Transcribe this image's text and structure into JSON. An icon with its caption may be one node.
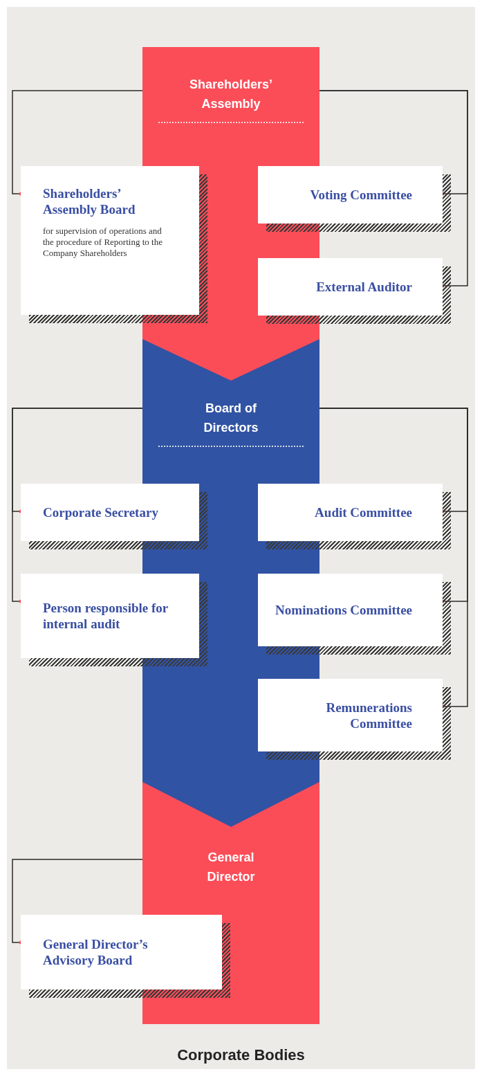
{
  "diagram": {
    "caption": "Corporate Bodies",
    "nodes": [
      {
        "text": [
          "Shareholders’ Assembly"
        ]
      },
      {
        "text": [
          "Shareholders’ Assembly Board",
          "for supervision of operations and the procedure of Reporting to the Company Shareholders"
        ]
      },
      {
        "text": [
          "Voting Committee"
        ]
      },
      {
        "text": [
          "External Auditor"
        ]
      },
      {
        "text": [
          "Board of Directors"
        ]
      },
      {
        "text": [
          "Corporate Secretary"
        ]
      },
      {
        "text": [
          "Audit Committee"
        ]
      },
      {
        "text": [
          "Person responsible for internal audit"
        ]
      },
      {
        "text": [
          "Nominations Committee"
        ]
      },
      {
        "text": [
          "Remunerations Committee"
        ]
      },
      {
        "text": [
          "General Director"
        ]
      },
      {
        "text": [
          "General Director’s Advisory Board"
        ]
      }
    ],
    "edges": [
      {
        "from": 0,
        "to": 1,
        "arrow": "other"
      },
      {
        "from": 0,
        "to": 2,
        "arrow": "other"
      },
      {
        "from": 0,
        "to": 3,
        "arrow": "other"
      },
      {
        "from": 4,
        "to": 5,
        "arrow": "other"
      },
      {
        "from": 4,
        "to": 7,
        "arrow": "other"
      },
      {
        "from": 4,
        "to": 6,
        "arrow": "other"
      },
      {
        "from": 4,
        "to": 8,
        "arrow": "other"
      },
      {
        "from": 4,
        "to": 9,
        "arrow": "other"
      },
      {
        "from": 10,
        "to": 11,
        "arrow": "other"
      }
    ]
  }
}
